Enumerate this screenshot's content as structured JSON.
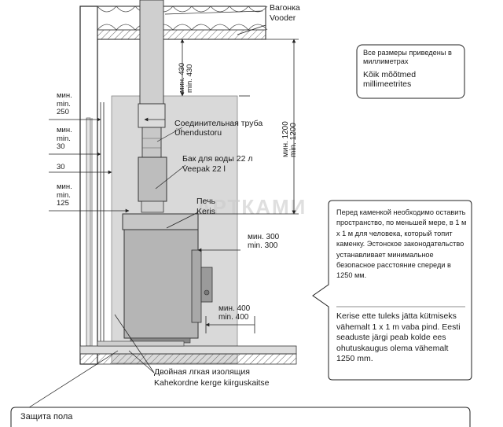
{
  "labels": {
    "vagonka_ru": "Вагонка",
    "vagonka_et": "Vooder",
    "units_note_ru": "Все размеры приведены в миллиметрах",
    "units_note_et": "Kõik mõõtmed millimeetrites",
    "pipe_ru": "Соединительная труба",
    "pipe_et": "Ühendustoru",
    "tank_ru": "Бак для воды 22 л",
    "tank_et": "Veepak 22 l",
    "stove_ru": "Печь",
    "stove_et": "Keris",
    "insulation_ru": "Двойная лгкая изолящия",
    "insulation_et": "Kahekordne kerge kiirguskaitse",
    "floor_ru": "Защита пола",
    "watermark": "АРТКАМИ"
  },
  "dimensions": {
    "top_pipe": "мин. 430\nmin. 430",
    "height": "мин. 1200\nmin. 1200",
    "side_250": "мин.\nmin.\n250",
    "side_30a": "мин.\nmin.\n30",
    "side_30b": "30",
    "side_125": "мин.\nmin.\n125",
    "front_300": "мин. 300\nmin. 300",
    "front_400": "мин. 400\nmin. 400"
  },
  "callout": {
    "ru": "Перед каменкой необходимо оставить пространство, по меньшей мере, в 1 м х 1 м для человека, который топит каменку. Эстонское законодательство устанавливает минимальное безопасное расстояние спереди в 1250 мм.",
    "et": "Kerise ette tuleks jätta kütmiseks vähemalt 1 x 1 m vaba pind. Eesti seaduste järgi peab kolde ees ohutuskaugus olema vähemalt 1250 mm."
  }
}
